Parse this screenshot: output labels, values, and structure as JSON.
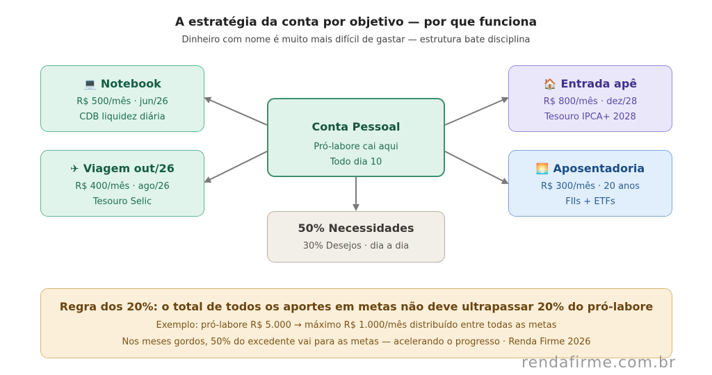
{
  "header": {
    "title": "A estratégia da conta por objetivo — por que funciona",
    "subtitle": "Dinheiro com nome é muito mais difícil de gastar — estrutura bate disciplina"
  },
  "center": {
    "title": "Conta Pessoal",
    "line1": "Pró-labore cai aqui",
    "line2": "Todo dia 10"
  },
  "goals": {
    "notebook": {
      "icon": "laptop-icon",
      "glyph": "💻",
      "title": "Notebook",
      "line1": "R$ 500/mês · jun/26",
      "line2": "CDB liquidez diária"
    },
    "viagem": {
      "icon": "airplane-icon",
      "glyph": "✈",
      "title": "Viagem out/26",
      "line1": "R$ 400/mês · ago/26",
      "line2": "Tesouro Selic"
    },
    "entrada": {
      "icon": "house-icon",
      "glyph": "🏠",
      "title": "Entrada apê",
      "line1": "R$ 800/mês · dez/28",
      "line2": "Tesouro IPCA+ 2028"
    },
    "aposentadoria": {
      "icon": "sunset-icon",
      "glyph": "🌅",
      "title": "Aposentadoria",
      "line1": "R$ 300/mês · 20 anos",
      "line2": "FIIs + ETFs"
    }
  },
  "necessidades": {
    "title": "50% Necessidades",
    "line1": "30% Desejos · dia a dia"
  },
  "footer": {
    "rule": "Regra dos 20%: o total de todos os aportes em metas não deve ultrapassar 20% do pró-labore",
    "example": "Exemplo: pró-labore R$ 5.000 → máximo R$ 1.000/mês distribuído entre todas as metas",
    "note": "Nos meses gordos, 50% do excedente vai para as metas — acelerando o progresso · Renda Firme 2026"
  },
  "watermark": "rendafirme.com.br",
  "colors": {
    "arrow": "#7a7a7a",
    "green_bg": "#e0f4ec",
    "purple_bg": "#ebe7fa",
    "blue_bg": "#e1eefb",
    "footer_bg": "#fbefd9"
  }
}
